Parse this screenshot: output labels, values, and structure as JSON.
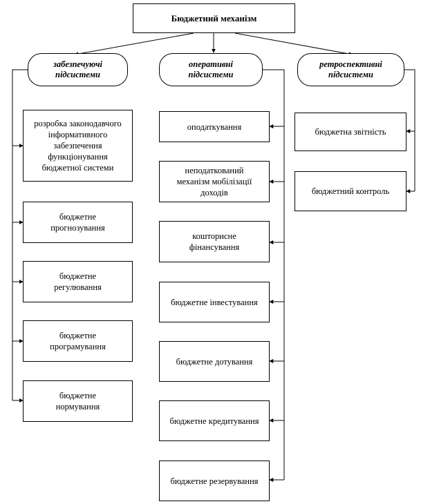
{
  "title": "Бюджетний механізм",
  "groups": {
    "left": {
      "label": "забезпечуючі\nпідсистеми",
      "items": [
        "розробка законодавчого\nінформативного\nзабезпечення\nфункціонування\nбюджетної системи",
        "бюджетне\nпрогнозування",
        "бюджетне\nрегулювання",
        "бюджетне\nпрограмування",
        "бюджетне\nнормування"
      ]
    },
    "middle": {
      "label": "оперативні\nпідсистеми",
      "items": [
        "оподаткування",
        "неподаткований\nмеханізм мобілізації\nдоходів",
        "кошторисне\nфінансування",
        "бюджетне інвестування",
        "бюджетне дотування",
        "бюджетне кредитування",
        "бюджетне резервування"
      ]
    },
    "right": {
      "label": "ретроспективні\nпідсистеми",
      "items": [
        "бюджетна звітність",
        "бюджетний контроль"
      ]
    }
  }
}
